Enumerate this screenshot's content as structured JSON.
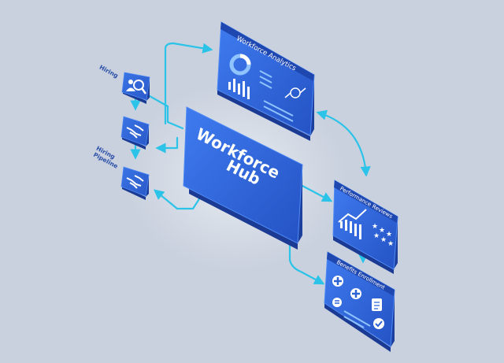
{
  "hub": {
    "title_line1": "Workforce",
    "title_line2": "Hub"
  },
  "panels": {
    "analytics": "Workforce Analytics",
    "performance": "Performance Reviews",
    "benefits": "Benefits Enrollment"
  },
  "labels": {
    "hiring": "Hiring",
    "pipeline_line1": "Hiring",
    "pipeline_line2": "Pipeline"
  },
  "icons": {
    "hiring": "magnifier-person-icon",
    "onboarding": "handshake-icon",
    "pipeline": "handshake-icon"
  },
  "colors": {
    "background": "#c9d1de",
    "panel_face": "#2e63d6",
    "panel_side": "#1d3f9e",
    "connector": "#2bc3e8"
  }
}
